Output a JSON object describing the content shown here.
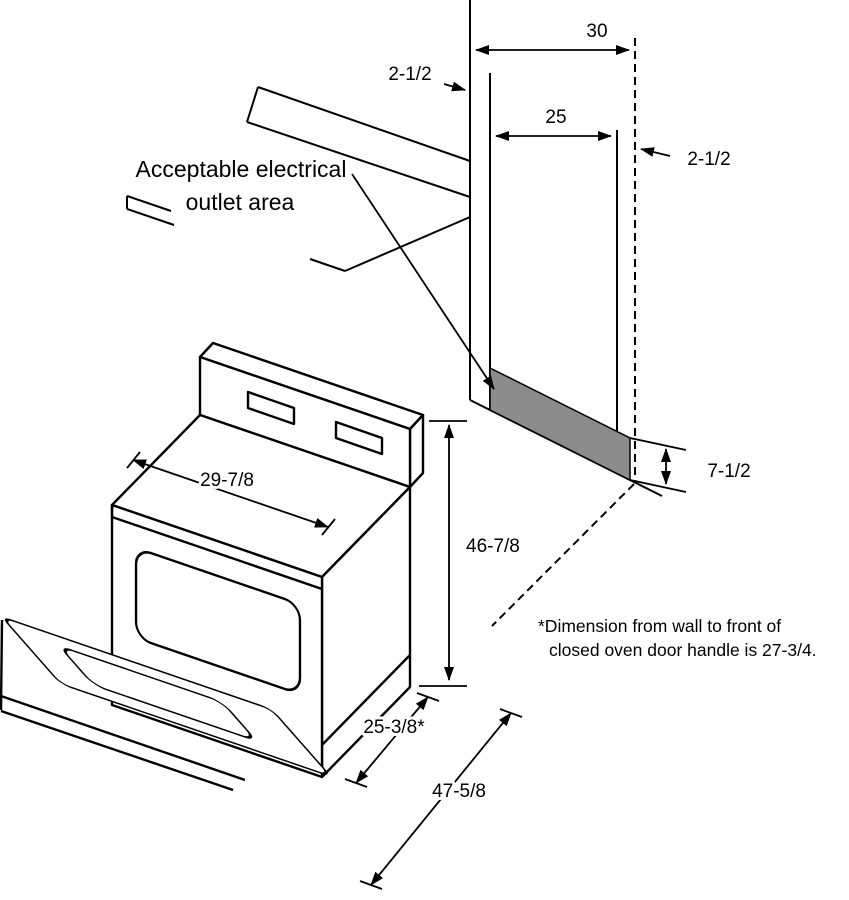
{
  "diagram": {
    "annotation": {
      "outlet_line1": "Acceptable electrical",
      "outlet_line2": "outlet area"
    },
    "dimensions": {
      "wall_opening_width": "30",
      "left_clearance": "2-1/2",
      "outlet_zone_width": "25",
      "right_clearance": "2-1/2",
      "outlet_zone_height": "7-1/2",
      "range_width": "29-7/8",
      "range_height": "46-7/8",
      "range_depth": "25-3/8*",
      "open_door_depth": "47-5/8"
    },
    "footnote": {
      "line1": "*Dimension from wall to front of",
      "line2": "closed oven door handle is 27-3/4."
    },
    "colors": {
      "outlet_fill": "#8c8c8c",
      "line": "#000000",
      "background": "#ffffff"
    }
  }
}
